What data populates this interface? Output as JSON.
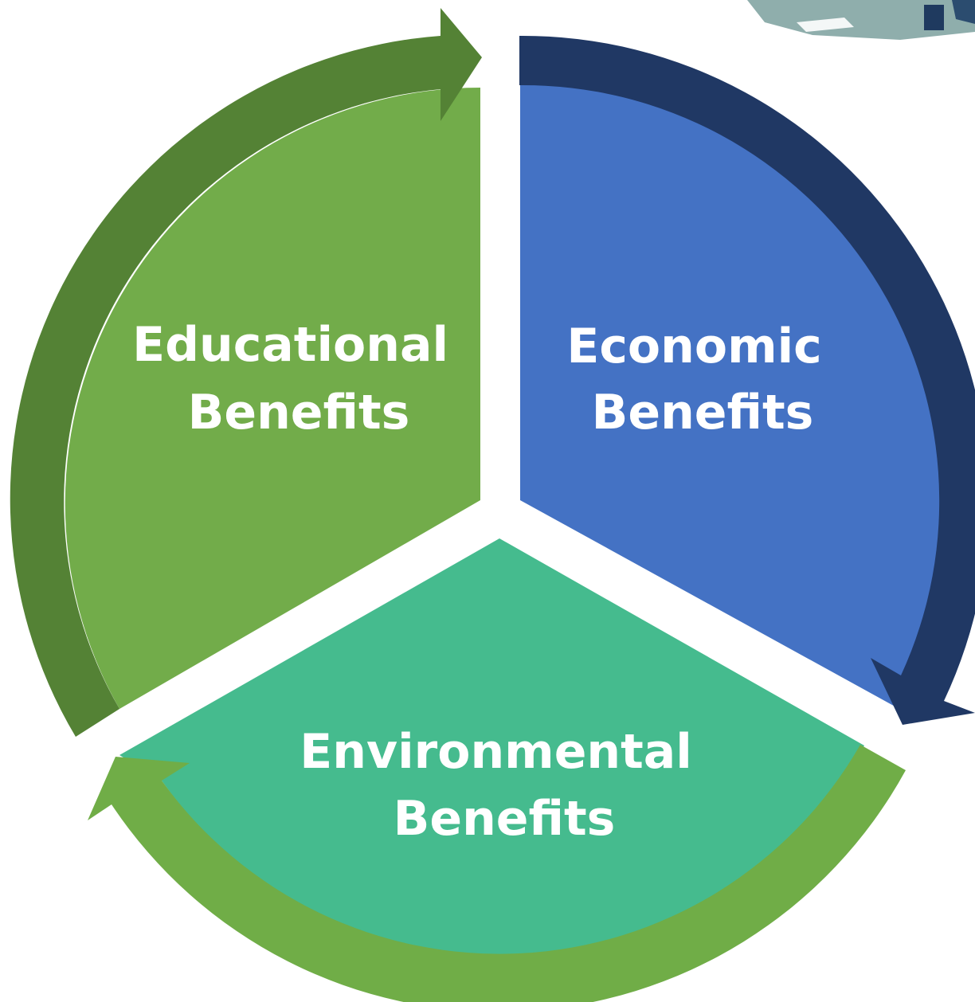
{
  "diagram": {
    "segments": [
      {
        "id": "educational",
        "line1": "Educational",
        "line2": "Benefits",
        "fill": "#72AC4A",
        "arrow": "#548235"
      },
      {
        "id": "economic",
        "line1": "Economic",
        "line2": "Benefits",
        "fill": "#4472C4",
        "arrow": "#203864"
      },
      {
        "id": "environmental",
        "line1": "Environmental",
        "line2": "Benefits",
        "fill": "#45BB8E",
        "arrow": "#70AD47"
      }
    ],
    "background": "#ffffff",
    "logo_colors": [
      "#8AA9A8",
      "#1F3A5F"
    ]
  }
}
